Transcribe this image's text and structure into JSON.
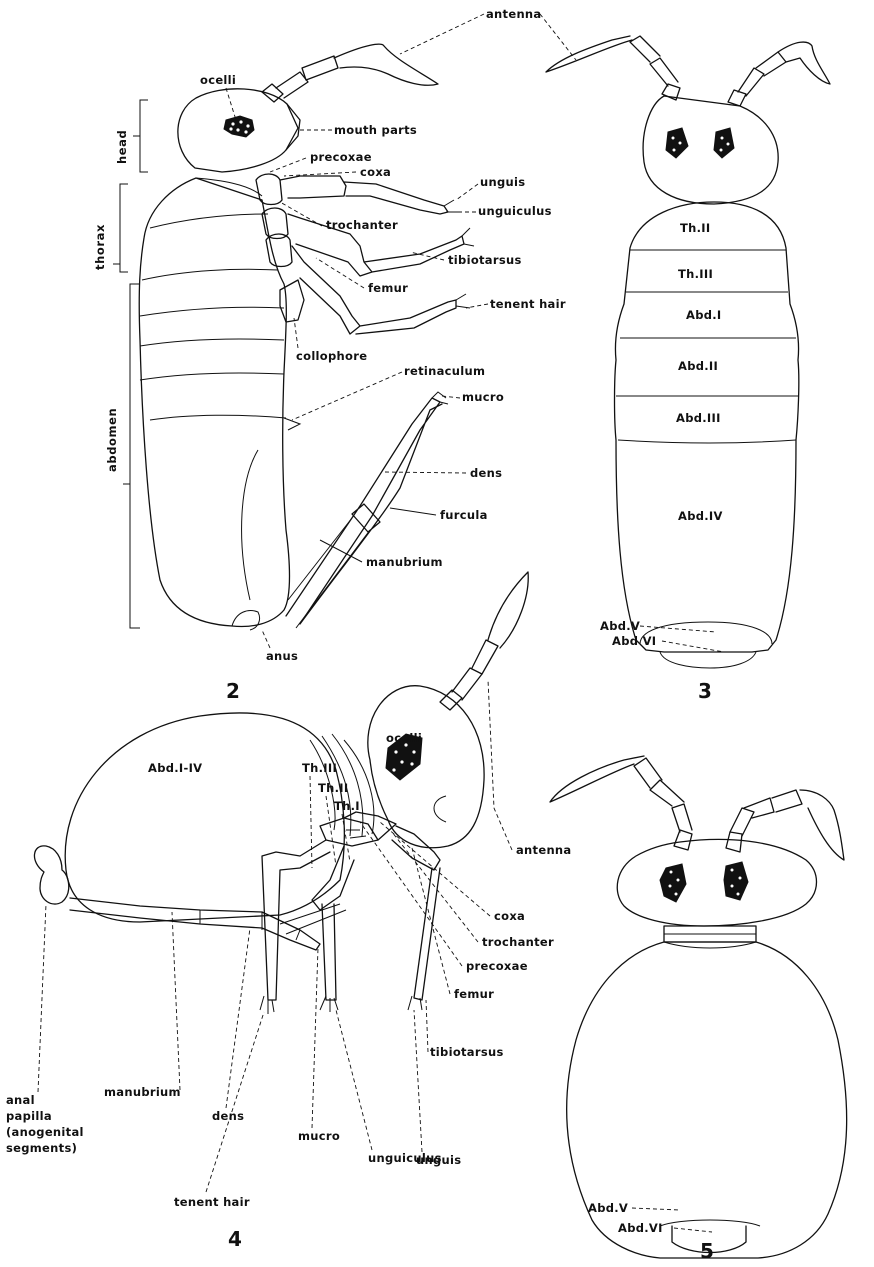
{
  "figure2": {
    "number": "2",
    "regions": {
      "head": "head",
      "thorax": "thorax",
      "abdomen": "abdomen"
    },
    "labels": {
      "ocelli": "ocelli",
      "antenna": "antenna",
      "mouth_parts": "mouth parts",
      "precoxae": "precoxae",
      "coxa": "coxa",
      "unguis": "unguis",
      "unguiculus": "unguiculus",
      "trochanter": "trochanter",
      "tibiotarsus": "tibiotarsus",
      "femur": "femur",
      "tenent_hair": "tenent hair",
      "collophore": "collophore",
      "retinaculum": "retinaculum",
      "mucro": "mucro",
      "dens": "dens",
      "furcula": "furcula",
      "manubrium": "manubrium",
      "anus": "anus"
    }
  },
  "figure3": {
    "number": "3",
    "segments": [
      "Th.II",
      "Th.III",
      "Abd.I",
      "Abd.II",
      "Abd.III",
      "Abd.IV"
    ],
    "abd_v": "Abd.V",
    "abd_vi": "Abd VI"
  },
  "figure4": {
    "number": "4",
    "labels": {
      "abd_i_iv": "Abd.I-IV",
      "th_iii": "Th.III",
      "th_ii": "Th.II",
      "th_i": "Th.I",
      "ocelli": "ocelli",
      "antenna": "antenna",
      "coxa": "coxa",
      "trochanter": "trochanter",
      "precoxae": "precoxae",
      "femur": "femur",
      "tibiotarsus": "tibiotarsus",
      "anal_papilla_1": "anal",
      "anal_papilla_2": "papilla",
      "anal_papilla_3": "(anogenital",
      "anal_papilla_4": "segments)",
      "manubrium": "manubrium",
      "dens": "dens",
      "mucro": "mucro",
      "unguiculus": "unguiculus",
      "unguis": "unguis",
      "tenent_hair": "tenent hair"
    }
  },
  "figure5": {
    "number": "5",
    "abd_v": "Abd.V",
    "abd_vi": "Abd.VI"
  }
}
